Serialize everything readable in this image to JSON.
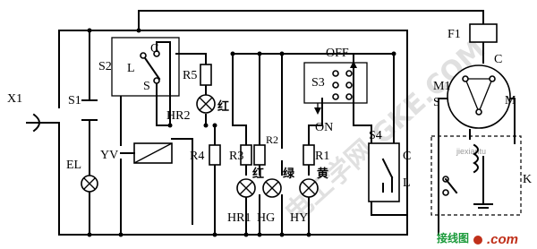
{
  "labels": {
    "x1": "X1",
    "s1": "S1",
    "el": "EL",
    "s2": "S2",
    "s2_l": "L",
    "s2_c": "C",
    "s2_s": "S",
    "r5": "R5",
    "hr2": "HR2",
    "red_top": "红",
    "yv": "YV",
    "r4": "R4",
    "r3": "R3",
    "r2": "R2",
    "r1": "R1",
    "red": "红",
    "green": "绿",
    "yellow": "黄",
    "hr1": "HR1",
    "hg": "HG",
    "hy": "HY",
    "off": "OFF",
    "on": "ON",
    "s3": "S3",
    "s4": "S4",
    "s4_c": "C",
    "s4_l": "L",
    "f1": "F1",
    "m1": "M1",
    "m1_s": "S",
    "m1_c": "C",
    "m1_m": "M",
    "k": "K"
  },
  "watermark": {
    "text": "电工学网 GKE.COM",
    "sub": "jiexiantu"
  },
  "site": {
    "cn": "接线图",
    "en": ".com"
  }
}
